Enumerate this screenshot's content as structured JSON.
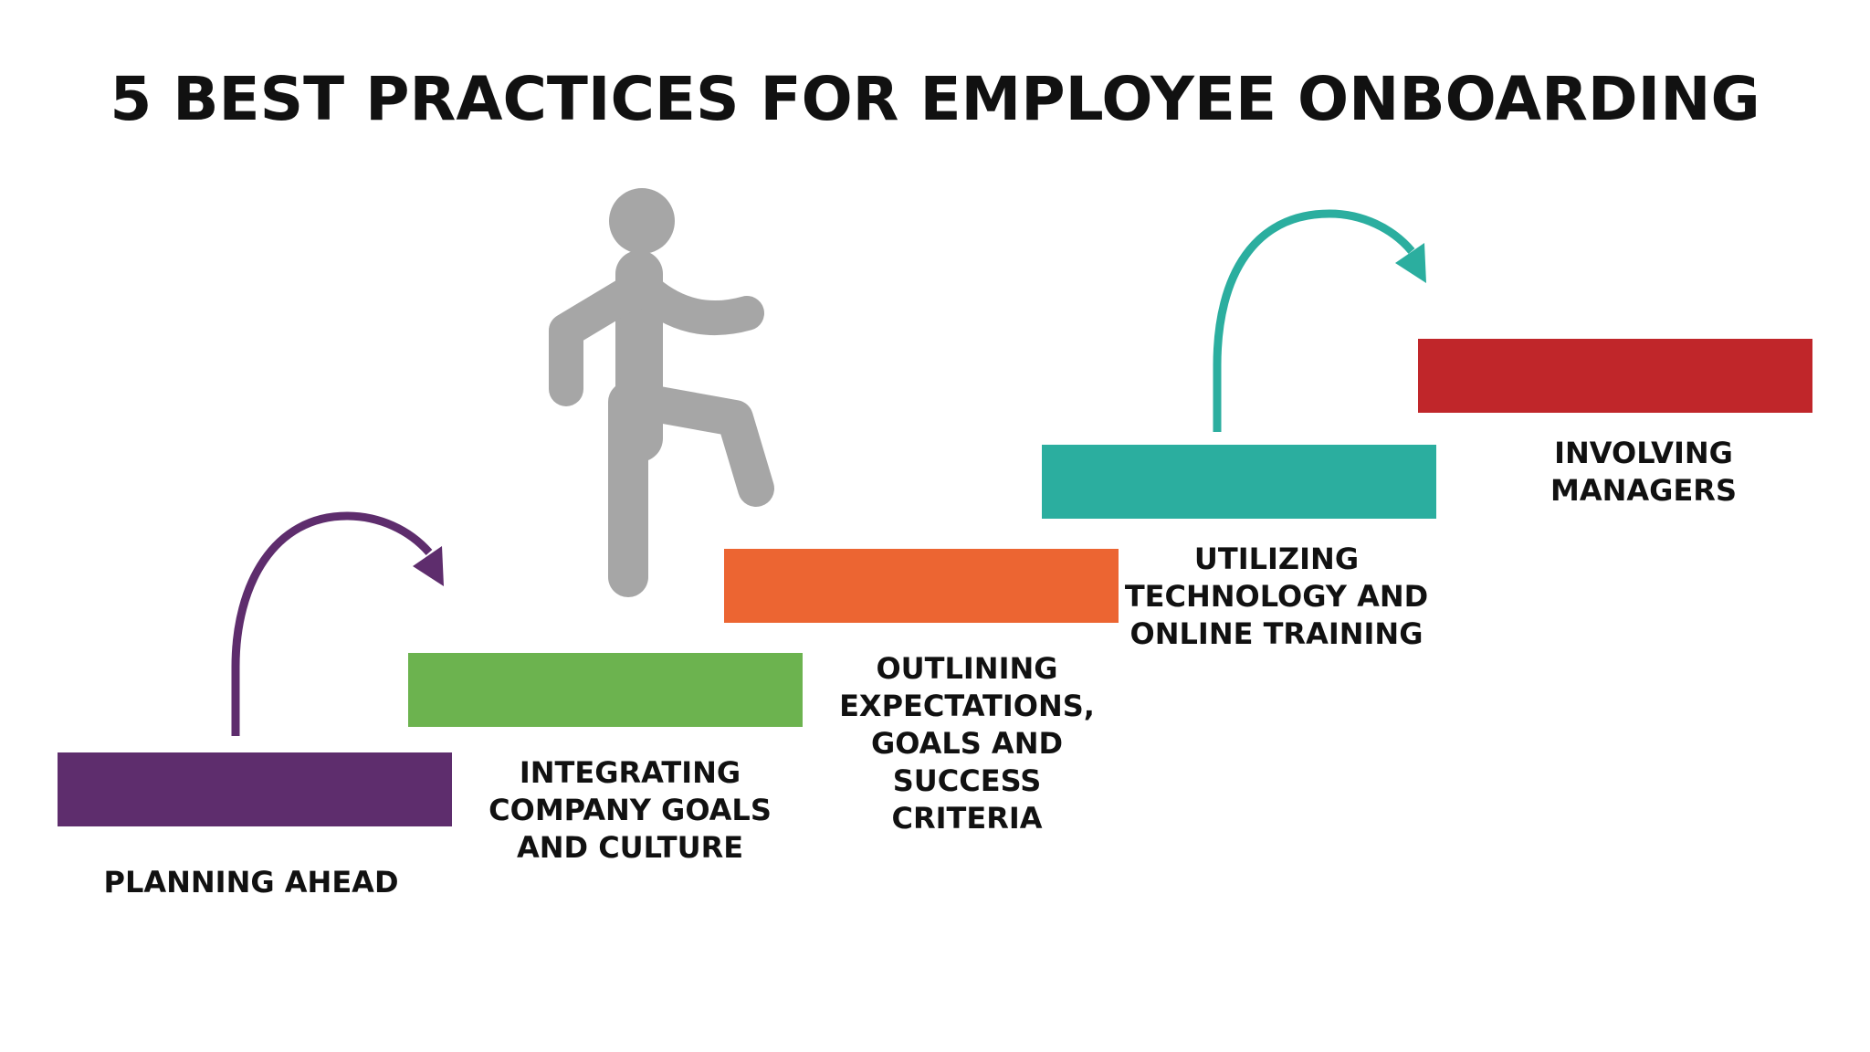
{
  "title": "5 BEST PRACTICES FOR EMPLOYEE ONBOARDING",
  "steps": [
    {
      "label": "PLANNING AHEAD",
      "color": "#5E2D6D"
    },
    {
      "label": "INTEGRATING\nCOMPANY GOALS\nAND CULTURE",
      "color": "#6CB34F"
    },
    {
      "label": "OUTLINING\nEXPECTATIONS,\nGOALS AND\nSUCCESS\nCRITERIA",
      "color": "#EC6532"
    },
    {
      "label": "UTILIZING\nTECHNOLOGY AND\nONLINE TRAINING",
      "color": "#2BAE9F"
    },
    {
      "label": "INVOLVING\nMANAGERS",
      "color": "#C0262A"
    }
  ],
  "figure": {
    "icon": "person-climbing-icon",
    "color": "#A6A6A6"
  },
  "arrows": [
    {
      "icon": "curved-arrow-icon",
      "color": "#5E2D6D"
    },
    {
      "icon": "curved-arrow-icon",
      "color": "#2BAE9F"
    }
  ]
}
